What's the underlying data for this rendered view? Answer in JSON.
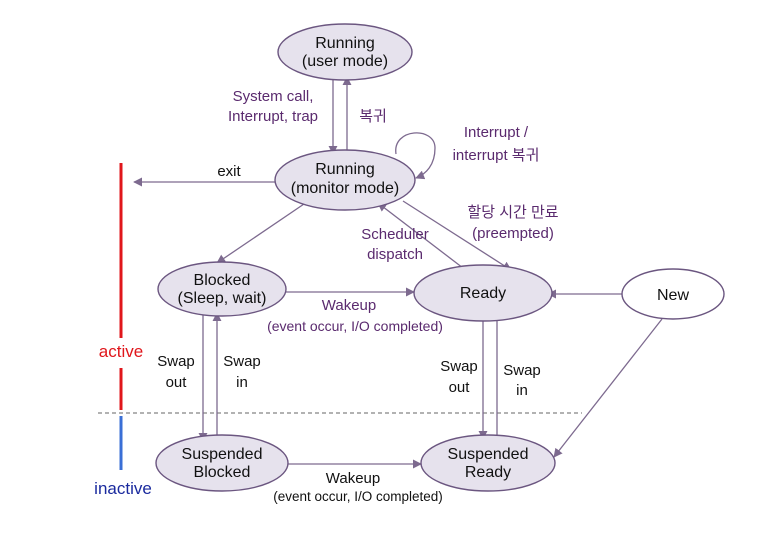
{
  "states": {
    "running_user": [
      "Running",
      "(user mode)"
    ],
    "running_monitor": [
      "Running",
      "(monitor mode)"
    ],
    "blocked": [
      "Blocked",
      "(Sleep, wait)"
    ],
    "ready": [
      "Ready"
    ],
    "new": [
      "New"
    ],
    "suspended_blocked": [
      "Suspended",
      "Blocked"
    ],
    "suspended_ready": [
      "Suspended",
      "Ready"
    ]
  },
  "transitions": {
    "syscall": [
      "System call,",
      "Interrupt, trap"
    ],
    "return_user": "복귀",
    "interrupt_return": [
      "Interrupt /",
      "interrupt  복귀"
    ],
    "exit": "exit",
    "preempted": [
      "할당 시간 만료",
      "(preempted)"
    ],
    "dispatch": [
      "Scheduler",
      "dispatch"
    ],
    "wakeup_top": [
      "Wakeup",
      "(event occur, I/O completed)"
    ],
    "swap_out_left": [
      "Swap",
      "out"
    ],
    "swap_in_left": [
      "Swap",
      "in"
    ],
    "swap_out_right": [
      "Swap",
      "out"
    ],
    "swap_in_right": [
      "Swap",
      "in"
    ],
    "wakeup_bottom": [
      "Wakeup",
      "(event occur, I/O completed)"
    ]
  },
  "zones": {
    "active": "active",
    "inactive": "inactive"
  },
  "colors": {
    "node_fill": "#e6e2ed",
    "node_stroke": "#6b5680",
    "arrow": "#7d6a8f",
    "active": "#e0161b",
    "inactive": "#1a2a9e",
    "accent_text": "#5a2a6e"
  }
}
